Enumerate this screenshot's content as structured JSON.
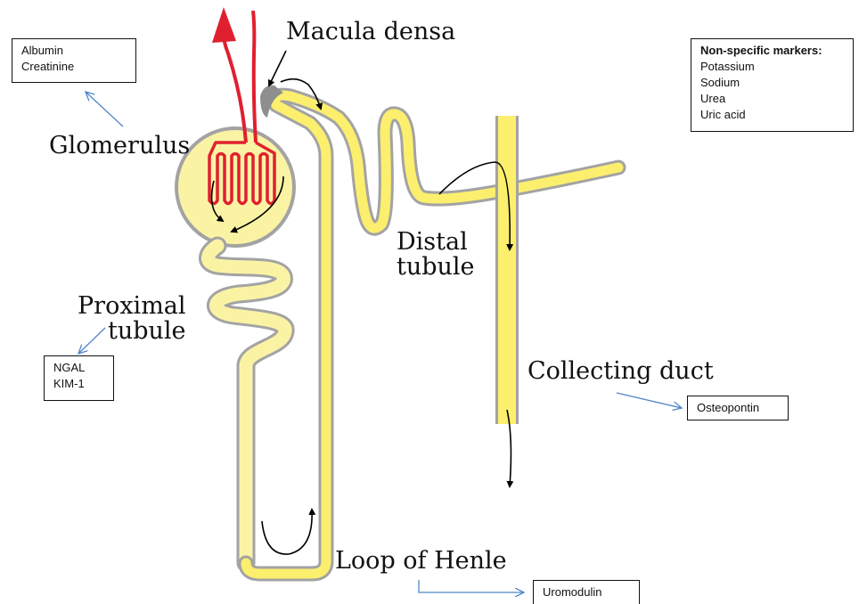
{
  "structure_labels": {
    "macula_densa": "Macula densa",
    "glomerulus": "Glomerulus",
    "distal_line1": "Distal",
    "distal_line2": "tubule",
    "proximal_line1": "Proximal",
    "proximal_line2": "tubule",
    "collecting_duct": "Collecting duct",
    "loop_of_henle": "Loop of Henle"
  },
  "marker_boxes": {
    "glomerulus": [
      "Albumin",
      "Creatinine"
    ],
    "proximal": [
      "NGAL",
      "KIM-1"
    ],
    "collecting_duct": [
      "Osteopontin"
    ],
    "loop_of_henle": [
      "Uromodulin"
    ],
    "non_specific": {
      "title": "Non-specific markers:",
      "items": [
        "Potassium",
        "Sodium",
        "Urea",
        "Uric acid"
      ]
    }
  },
  "colors": {
    "tubule_fill": "#FCEF6E",
    "tubule_outline": "#A3A3A3",
    "capsule_fill": "#FBF3A4",
    "capillary": "#E0202F",
    "macula_densa": "#8E8E8E",
    "pointer_arrow": "#4F86C6",
    "flow_arrow": "#000000"
  }
}
